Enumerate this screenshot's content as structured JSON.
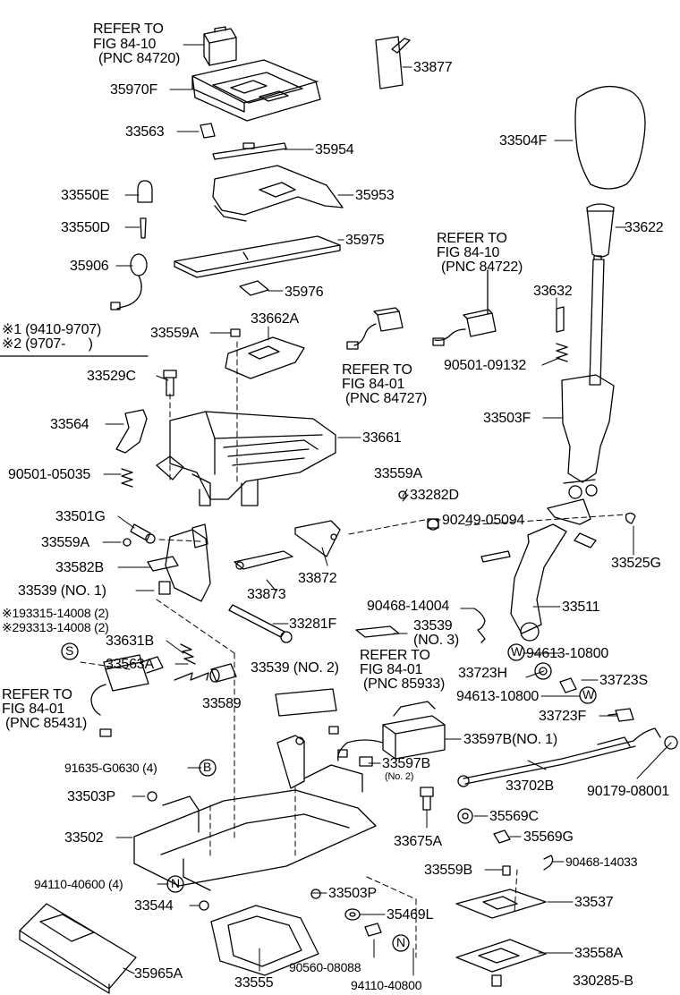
{
  "refs": {
    "r84720": [
      "REFER TO",
      "FIG 84-10",
      "(PNC 84720)"
    ],
    "r84722": [
      "REFER TO",
      "FIG 84-10",
      "(PNC 84722)"
    ],
    "r84727": [
      "REFER TO",
      "FIG 84-01",
      "(PNC 84727)"
    ],
    "r85933": [
      "REFER TO",
      "FIG 84-01",
      "(PNC 85933)"
    ],
    "r85431": [
      "REFER TO",
      "FIG 84-01",
      "(PNC 85431)"
    ]
  },
  "legend": [
    "※1 (9410-9707)",
    "※2 (9707-      )"
  ],
  "codes": {
    "n33877": "33877",
    "n35970F": "35970F",
    "n33563": "33563",
    "n35954": "35954",
    "n33504F": "33504F",
    "n33550E": "33550E",
    "n35953": "35953",
    "n33550D": "33550D",
    "n33622": "33622",
    "n35975": "35975",
    "n35906": "35906",
    "n33632": "33632",
    "n35976": "35976",
    "n33662A": "33662A",
    "n33559A_1": "33559A",
    "n90501_09132": "90501-09132",
    "n33529C": "33529C",
    "n33503F": "33503F",
    "n33564": "33564",
    "n33661": "33661",
    "n90501_05035": "90501-05035",
    "n33559A_2": "33559A",
    "n33282D": "33282D",
    "n33501G": "33501G",
    "n90249_05094": "90249-05094",
    "n33559A_3": "33559A",
    "n33525G": "33525G",
    "n33582B": "33582B",
    "n33872": "33872",
    "n33539_1": "33539 (NO. 1)",
    "n33873": "33873",
    "n33511": "33511",
    "n90468_14004": "90468-14004",
    "n93315": "※193315-14008 (2)",
    "n93313": "※293313-14008 (2)",
    "n33281F": "33281F",
    "n33539_3a": "33539",
    "n33539_3b": "(NO. 3)",
    "n33631B": "33631B",
    "n94613_1": "94613-10800",
    "n33539_2": "33539 (NO. 2)",
    "n33563A": "33563A",
    "n33723H": "33723H",
    "n33723S": "33723S",
    "n33589": "33589",
    "n94613_2": "94613-10800",
    "n33723F": "33723F",
    "n33597B_1": "33597B(NO. 1)",
    "n91635": "91635-G0630 (4)",
    "n33597B_2": "33597B",
    "n33597B_2b": "(No. 2)",
    "n33702B": "33702B",
    "n90179": "90179-08001",
    "n33503P_1": "33503P",
    "n35569C": "35569C",
    "n33502": "33502",
    "n33675A": "33675A",
    "n35569G": "35569G",
    "n33559B": "33559B",
    "n90468_14033": "90468-14033",
    "n94110_1": "94110-40600 (4)",
    "n33503P_2": "33503P",
    "n33537": "33537",
    "n33544": "33544",
    "n35469L": "35469L",
    "n33558A": "33558A",
    "n90560": "90560-08088",
    "n35965A": "35965A",
    "n33555": "33555",
    "n94110_2": "94110-40800",
    "fig": "330285-B"
  },
  "symbols": {
    "S": "S",
    "W": "W",
    "B": "B",
    "N": "N"
  }
}
